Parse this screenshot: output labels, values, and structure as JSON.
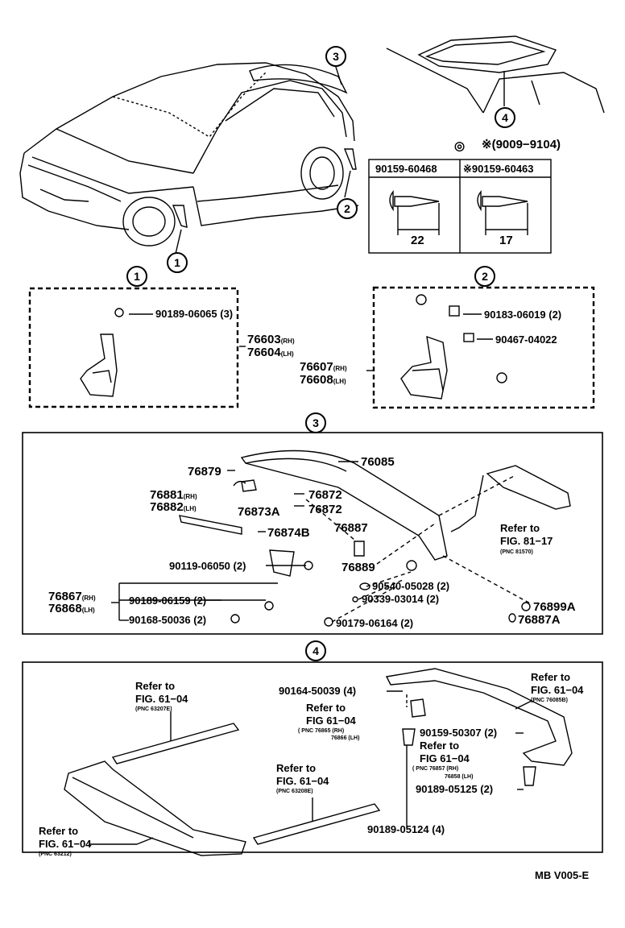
{
  "callouts": {
    "c1": "1",
    "c2": "2",
    "c3": "3",
    "c4": "4"
  },
  "screw_table": {
    "mark": "◎",
    "note": "※(9009−9104)",
    "col1": {
      "part": "90159-60468",
      "length": "22"
    },
    "col2": {
      "part": "※90159-60463",
      "length": "17"
    }
  },
  "section1": {
    "clip": "90189-06065 (3)",
    "flap_rh": "76603",
    "flap_lh": "76604",
    "rh": "(RH)",
    "lh": "(LH)"
  },
  "section2": {
    "nut": "90183-06019 (2)",
    "nut2": "90467-04022",
    "flap_rh": "76607",
    "flap_lh": "76608",
    "rh": "(RH)",
    "lh": "(LH)"
  },
  "section3": {
    "spoiler": "76085",
    "p76879": "76879",
    "p76881": "76881",
    "p76882": "76882",
    "p76872a": "76872",
    "p76872b": "76872",
    "p76873a": "76873A",
    "p76874b": "76874B",
    "p76887": "76887",
    "p76889": "76889",
    "bolt1": "90119-06050 (2)",
    "bracket_rh": "76867",
    "bracket_lh": "76868",
    "b1": "90189-06159 (2)",
    "b2": "90168-50036 (2)",
    "c1": "90540-05028 (2)",
    "c2": "90339-03014 (2)",
    "c3": "90179-06164 (2)",
    "p76899a": "76899A",
    "p76887a": "76887A",
    "ref_line1": "Refer to",
    "ref_line2": "FIG. 81−17",
    "ref_pnc": "(PNC 81570)",
    "rh": "(RH)",
    "lh": "(LH)"
  },
  "section4": {
    "ref_a1": "Refer to",
    "ref_a2": "FIG. 61−04",
    "ref_a_pnc": "(PNC 63207E)",
    "ref_b1": "Refer to",
    "ref_b2": "FIG. 61−04",
    "ref_b_pnc": "(PNC 63208E)",
    "ref_c1": "Refer to",
    "ref_c2": "FIG. 61−04",
    "ref_c_pnc": "(PNC 63212)",
    "ref_d1": "Refer to",
    "ref_d2": "FIG. 61−04",
    "ref_d_pnc": "(PNC 76085B)",
    "screw1": "90164-50039 (4)",
    "ref_e1": "Refer to",
    "ref_e2": "FIG 61−04",
    "ref_e_pnc1": "( PNC 76865 (RH)",
    "ref_e_pnc2": "76866 (LH)",
    "clip1": "90159-50307 (2)",
    "ref_f1": "Refer to",
    "ref_f2": "FIG 61−04",
    "ref_f_pnc1": "( PNC 76857 (RH)",
    "ref_f_pnc2": "76858 (LH)",
    "clip2": "90189-05125 (2)",
    "clip3": "90189-05124 (4)"
  },
  "footer": {
    "code": "MB V005-E"
  }
}
